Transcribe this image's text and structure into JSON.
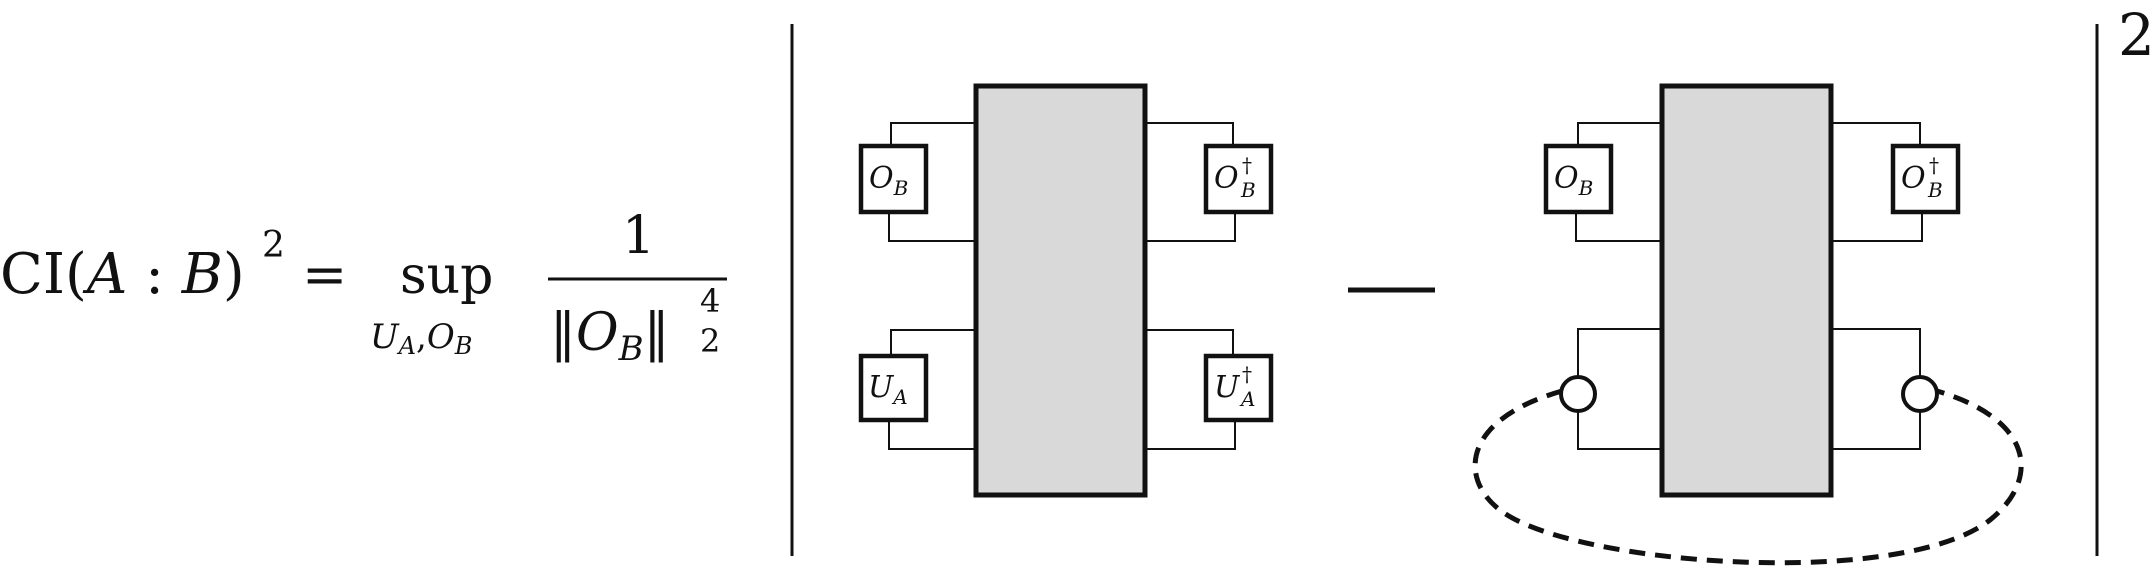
{
  "formula": {
    "lhs_ci": "CI",
    "lhs_open": "(",
    "lhs_A": "A",
    "lhs_colon": " : ",
    "lhs_B": "B",
    "lhs_close": ")",
    "lhs_exp": "2",
    "equals": "=",
    "sup": "sup",
    "sup_sub_U": "U",
    "sup_sub_U_idx": "A",
    "sup_sub_comma": ",",
    "sup_sub_O": "O",
    "sup_sub_O_idx": "B",
    "frac_num": "1",
    "norm_bars_left": "‖",
    "norm_O": "O",
    "norm_O_idx": "B",
    "norm_bars_right": "‖",
    "norm_sup": "4",
    "norm_sub": "2",
    "minus": "—",
    "outer_exp": "2"
  },
  "diagram_left": {
    "box_OB": {
      "main": "O",
      "sub": "B"
    },
    "box_OBdag": {
      "main": "O",
      "sup": "†",
      "sub": "B"
    },
    "box_UA": {
      "main": "U",
      "sub": "A"
    },
    "box_UAdag": {
      "main": "U",
      "sup": "†",
      "sub": "A"
    }
  },
  "diagram_right": {
    "box_OB": {
      "main": "O",
      "sub": "B"
    },
    "box_OBdag": {
      "main": "O",
      "sup": "†",
      "sub": "B"
    }
  }
}
